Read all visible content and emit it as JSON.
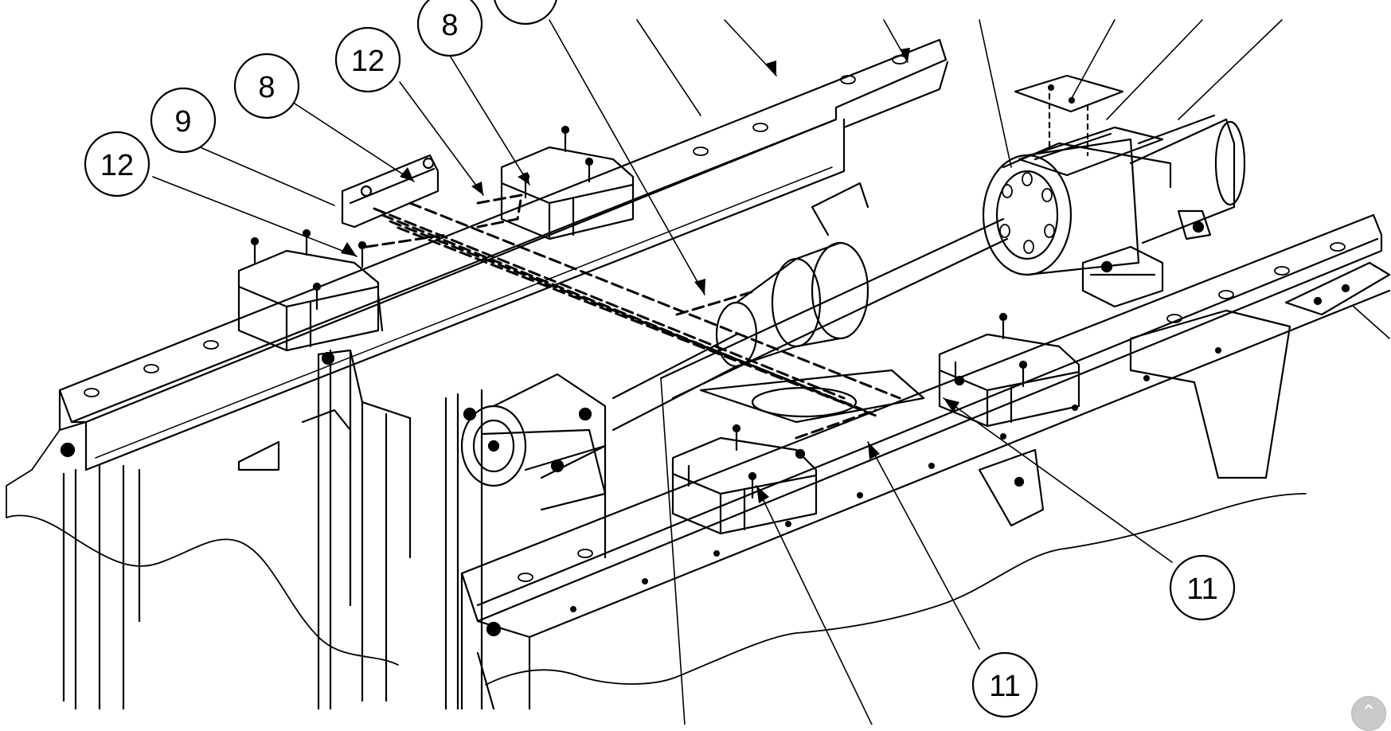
{
  "figure": {
    "part_callouts": [
      {
        "id": "c-12-left",
        "label": "12"
      },
      {
        "id": "c-9",
        "label": "9"
      },
      {
        "id": "c-8-mid",
        "label": "8"
      },
      {
        "id": "c-12-top",
        "label": "12"
      },
      {
        "id": "c-8-top",
        "label": "8"
      },
      {
        "id": "c-11-bottom",
        "label": "11"
      },
      {
        "id": "c-11-right",
        "label": "11"
      }
    ]
  },
  "ui": {
    "scroll_top_icon": "chevron-up-icon",
    "colors": {
      "line": "#000000",
      "background": "#ffffff",
      "scroll_button": "#c9c9c9"
    }
  }
}
